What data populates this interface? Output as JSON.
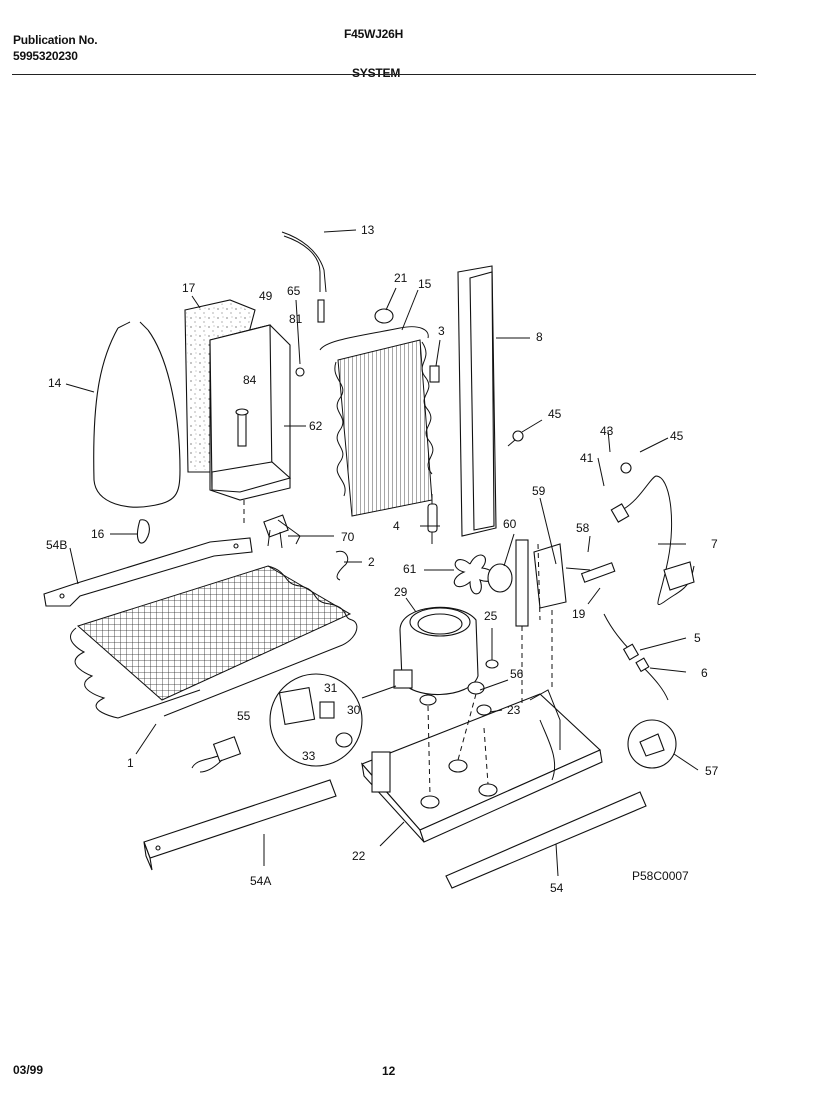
{
  "header": {
    "publication_label": "Publication No.",
    "publication_number": "5995320230",
    "model": "F45WJ26H",
    "section": "SYSTEM"
  },
  "footer": {
    "date": "03/99",
    "page": "12"
  },
  "diagram": {
    "code": "P58C0007",
    "callouts": [
      "13",
      "17",
      "49",
      "65",
      "21",
      "15",
      "3",
      "8",
      "81",
      "84",
      "62",
      "14",
      "45",
      "43",
      "45",
      "41",
      "59",
      "60",
      "58",
      "7",
      "4",
      "70",
      "16",
      "54B",
      "2",
      "61",
      "19",
      "29",
      "25",
      "5",
      "6",
      "56",
      "31",
      "23",
      "55",
      "30",
      "33",
      "57",
      "1",
      "22",
      "54A",
      "54"
    ]
  }
}
